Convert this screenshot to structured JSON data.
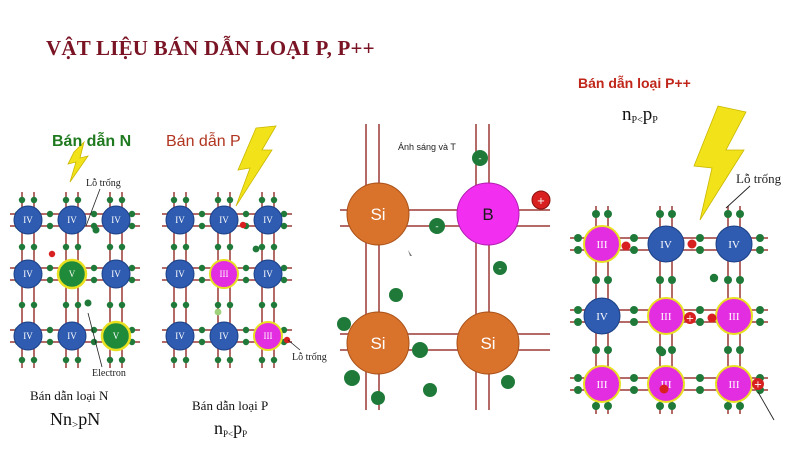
{
  "title": "VẬT LIỆU BÁN DẪN LOẠI P, P++",
  "colors": {
    "title": "#7a1424",
    "lattice_line": "#9b3a36",
    "atom_iv": "#2f5cb0",
    "atom_iii_v_dopant": "#1f8a3a",
    "atom_iii": "#e22ee0",
    "electron": "#1f7a3a",
    "hole": "#d82020",
    "lightning": "#f2e21a",
    "si": "#d9722a",
    "boron": "#f22ff0",
    "n_label": "#1f7a1f",
    "p_label": "#b0341f",
    "ppp_label": "#c0261a"
  },
  "panel_n": {
    "header": "Bán dẫn N",
    "hole_label": "Lỗ trống",
    "electron_label": "Electron",
    "caption": "Bán dẫn loại N",
    "relation": {
      "main": "Nn",
      "mid": ">",
      "sub": "pN"
    },
    "atoms": [
      [
        "IV",
        "IV",
        "IV"
      ],
      [
        "IV",
        "V",
        "IV"
      ],
      [
        "IV",
        "IV",
        "V"
      ]
    ]
  },
  "panel_p": {
    "header": "Bán dẫn P",
    "hole_label": "Lỗ trống",
    "caption": "Bán dẫn loại P",
    "relation": {
      "main": "n",
      "sub1": "P",
      "mid": "<",
      "main2": "p",
      "sub2": "P"
    },
    "atoms": [
      [
        "IV",
        "IV",
        "IV"
      ],
      [
        "IV",
        "III",
        "IV"
      ],
      [
        "IV",
        "IV",
        "III"
      ]
    ]
  },
  "panel_si_b": {
    "light_label": "Ánh sáng và T",
    "atoms": [
      "Si",
      "B",
      "Si",
      "Si"
    ],
    "electron_sign": "-",
    "hole_sign": "+"
  },
  "panel_ppp": {
    "header": "Bán dẫn loại P++",
    "relation": {
      "main": "n",
      "sub1": "P",
      "mid": "<",
      "main2": "p",
      "sub2": "P"
    },
    "hole_label": "Lỗ trống",
    "hole_sign": "+",
    "atoms": [
      [
        "III",
        "IV",
        "IV"
      ],
      [
        "IV",
        "III",
        "III"
      ],
      [
        "III",
        "III",
        "III"
      ]
    ]
  }
}
